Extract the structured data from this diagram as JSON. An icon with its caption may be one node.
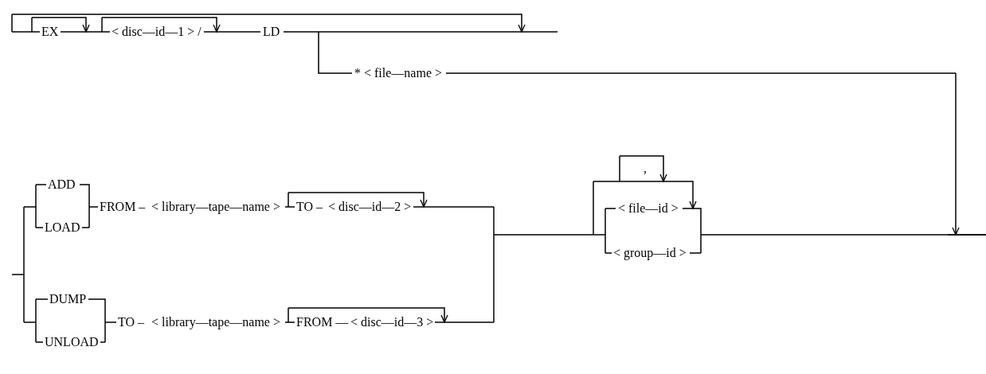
{
  "diagram": {
    "labels": [
      "EX",
      "< disc—id—1 > /",
      "LD",
      "* < file—name >",
      "ADD",
      "LOAD",
      "FROM –",
      "< library—tape—name >",
      "TO –",
      "< disc—id—2 >",
      ",",
      "< file—id >",
      "< group—id >",
      "DUMP",
      "UNLOAD",
      "TO –",
      "< library—tape—name >",
      "FROM —",
      "< disc—id—3 >"
    ]
  }
}
